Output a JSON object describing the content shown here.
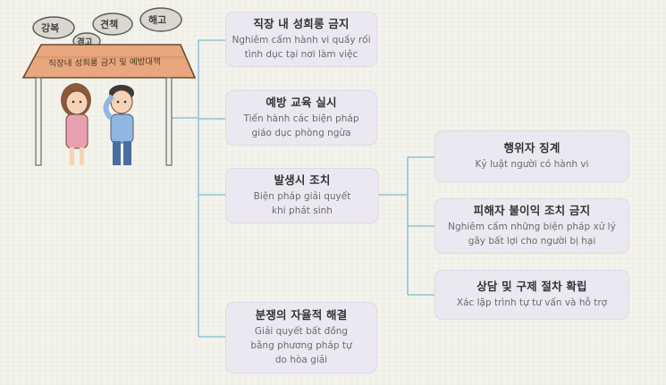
{
  "illustration": {
    "sign": "직장내 성희롱 금지 및 예방대책",
    "bubbles": [
      "강복",
      "경고",
      "견책",
      "해고"
    ]
  },
  "left_nodes": [
    {
      "title": "직장 내 성희롱 금지",
      "desc": [
        "Nghiêm cấm hành vi quấy rối",
        "tình dục tại nơi làm việc"
      ]
    },
    {
      "title": "예방 교육 실시",
      "desc": [
        "Tiến hành các biện pháp",
        "giáo dục phòng ngừa"
      ]
    },
    {
      "title": "발생시 조치",
      "desc": [
        "Biện pháp giải quyết",
        "khi phát sinh"
      ]
    },
    {
      "title": "분쟁의 자율적 해결",
      "desc": [
        "Giải quyết bất đồng",
        "bằng phương pháp tự",
        "do hòa giải"
      ]
    }
  ],
  "right_nodes": [
    {
      "title": "행위자 징계",
      "desc": [
        "Kỷ luật người có hành vi"
      ]
    },
    {
      "title": "피해자 불이익 조치 금지",
      "desc": [
        "Nghiêm cấm những biện pháp xử lý",
        "gây bất lợi cho người bị hại"
      ]
    },
    {
      "title": "상담 및 구제 절차 확립",
      "desc": [
        "Xác lập trình tự tư vấn và hỗ trợ"
      ]
    }
  ],
  "colors": {
    "box": "#ece8f1",
    "line": "#8fc3d9",
    "background": "#f4f4ec"
  }
}
